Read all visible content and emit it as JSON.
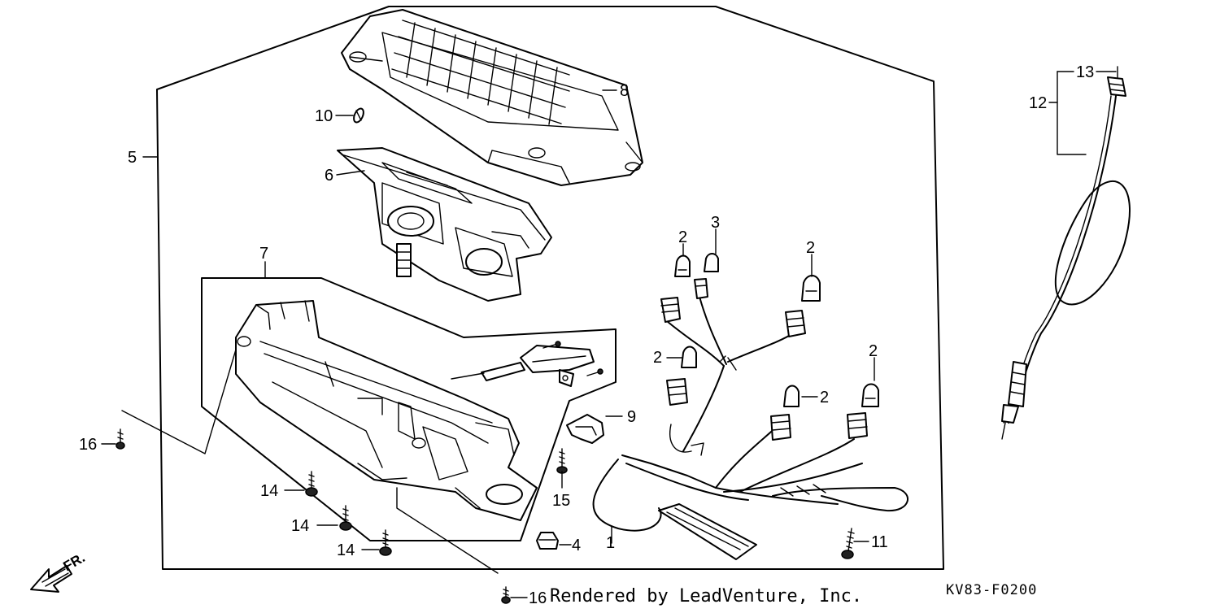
{
  "diagram": {
    "callouts": {
      "c1": "1",
      "c2a": "2",
      "c2b": "2",
      "c2c": "2",
      "c2d": "2",
      "c2e": "2",
      "c3": "3",
      "c4": "4",
      "c5": "5",
      "c6": "6",
      "c7": "7",
      "c8": "8",
      "c9": "9",
      "c10": "10",
      "c11": "11",
      "c12": "12",
      "c13": "13",
      "c14a": "14",
      "c14b": "14",
      "c14c": "14",
      "c15": "15",
      "c16a": "16",
      "c16b": "16"
    },
    "direction_label": "FR.",
    "diagram_code": "KV83-F0200",
    "watermark": "Rendered by LeadVenture, Inc."
  }
}
